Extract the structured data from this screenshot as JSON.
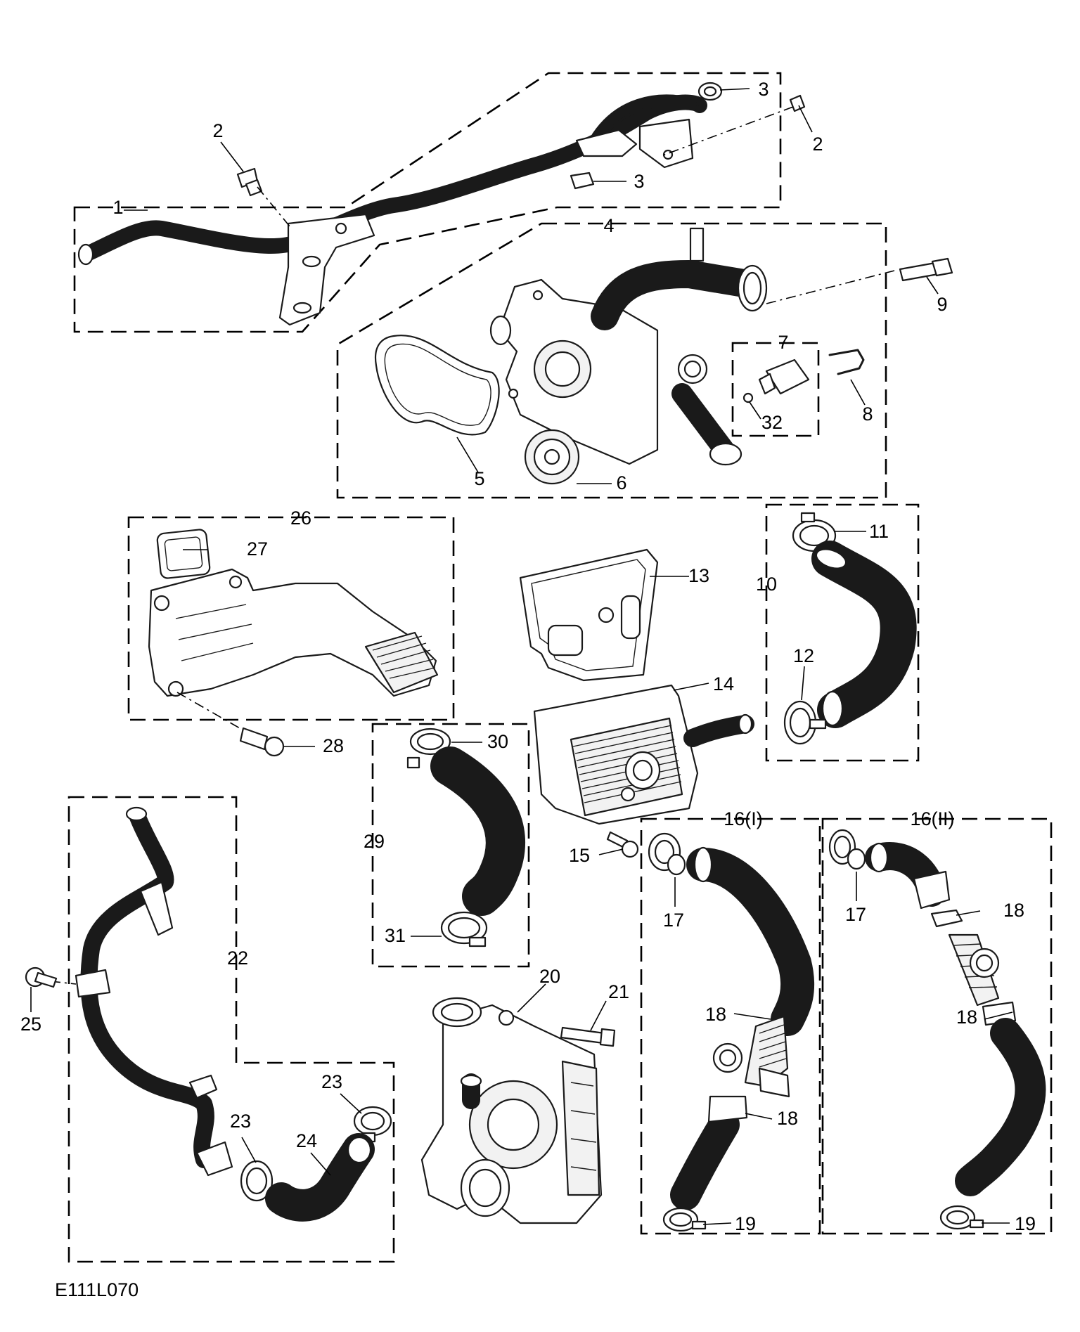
{
  "diagram": {
    "reference_code": "E111L070",
    "callouts": [
      {
        "id": "c1",
        "text": "1"
      },
      {
        "id": "c2a",
        "text": "2"
      },
      {
        "id": "c2b",
        "text": "2"
      },
      {
        "id": "c3a",
        "text": "3"
      },
      {
        "id": "c3b",
        "text": "3"
      },
      {
        "id": "c4",
        "text": "4"
      },
      {
        "id": "c5",
        "text": "5"
      },
      {
        "id": "c6",
        "text": "6"
      },
      {
        "id": "c7",
        "text": "7"
      },
      {
        "id": "c8",
        "text": "8"
      },
      {
        "id": "c9",
        "text": "9"
      },
      {
        "id": "c10",
        "text": "10"
      },
      {
        "id": "c11",
        "text": "11"
      },
      {
        "id": "c12",
        "text": "12"
      },
      {
        "id": "c13",
        "text": "13"
      },
      {
        "id": "c14",
        "text": "14"
      },
      {
        "id": "c15",
        "text": "15"
      },
      {
        "id": "c16a",
        "text": "16(I)"
      },
      {
        "id": "c16b",
        "text": "16(II)"
      },
      {
        "id": "c17a",
        "text": "17"
      },
      {
        "id": "c17b",
        "text": "17"
      },
      {
        "id": "c18a",
        "text": "18"
      },
      {
        "id": "c18b",
        "text": "18"
      },
      {
        "id": "c18c",
        "text": "18"
      },
      {
        "id": "c18d",
        "text": "18"
      },
      {
        "id": "c19a",
        "text": "19"
      },
      {
        "id": "c19b",
        "text": "19"
      },
      {
        "id": "c20",
        "text": "20"
      },
      {
        "id": "c21",
        "text": "21"
      },
      {
        "id": "c22",
        "text": "22"
      },
      {
        "id": "c23a",
        "text": "23"
      },
      {
        "id": "c23b",
        "text": "23"
      },
      {
        "id": "c24",
        "text": "24"
      },
      {
        "id": "c25",
        "text": "25"
      },
      {
        "id": "c26",
        "text": "26"
      },
      {
        "id": "c27",
        "text": "27"
      },
      {
        "id": "c28",
        "text": "28"
      },
      {
        "id": "c29",
        "text": "29"
      },
      {
        "id": "c30",
        "text": "30"
      },
      {
        "id": "c31",
        "text": "31"
      },
      {
        "id": "c32",
        "text": "32"
      }
    ]
  }
}
